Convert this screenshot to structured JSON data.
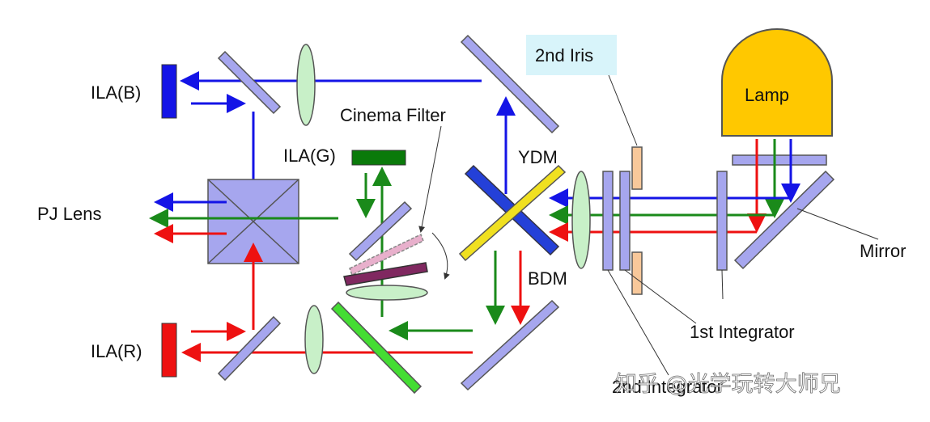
{
  "labels": {
    "ila_b": "ILA(B)",
    "ila_g": "ILA(G)",
    "ila_r": "ILA(R)",
    "pj_lens": "PJ Lens",
    "cinema_filter": "Cinema Filter",
    "ydm": "YDM",
    "bdm": "BDM",
    "second_iris": "2nd Iris",
    "lamp": "Lamp",
    "mirror": "Mirror",
    "first_integrator": "1st Integrator",
    "second_integrator": "2nd Integrator"
  },
  "watermark": "知乎 @光学玩转大师兄",
  "colors": {
    "blue": "#1414e6",
    "green": "#1a8a1a",
    "red": "#ee1111",
    "plate": "#a6a6ee",
    "lens": "#c8f0c8",
    "lamp": "#ffc800",
    "iris_box": "#d8f4fa",
    "aperture": "#f8c89a",
    "ila_green": "#0a7a0a",
    "dichroic_blue": "#2440d8",
    "dichroic_yellow": "#f0e020",
    "green_mirror": "#44dd33",
    "filter": "#802860",
    "filter_alt": "#e8b0cc"
  }
}
